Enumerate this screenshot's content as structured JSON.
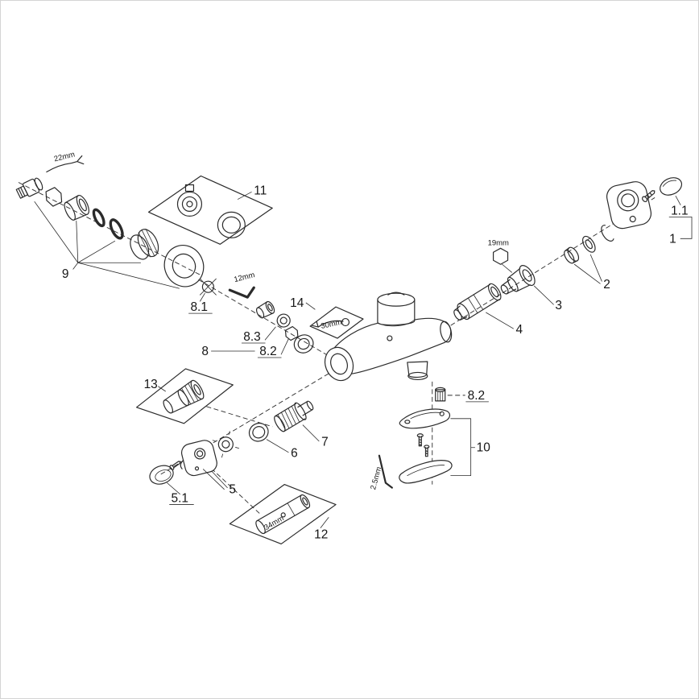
{
  "diagram": {
    "type": "exploded-parts-diagram",
    "colors": {
      "line": "#2b2b2b",
      "background": "#ffffff"
    },
    "parts": {
      "p1": "1",
      "p1_1": "1.1",
      "p2": "2",
      "p3": "3",
      "p4": "4",
      "p5": "5",
      "p5_1": "5.1",
      "p6": "6",
      "p7": "7",
      "p8": "8",
      "p8_1": "8.1",
      "p8_2": "8.2",
      "p8_3": "8.3",
      "p9": "9",
      "p10": "10",
      "p11": "11",
      "p12": "12",
      "p13": "13",
      "p14": "14"
    },
    "dims": {
      "d22": "22mm",
      "d19": "19mm",
      "d12": "12mm",
      "d30": "30mm",
      "d34": "34mm",
      "d2_5": "2.5mm"
    }
  }
}
